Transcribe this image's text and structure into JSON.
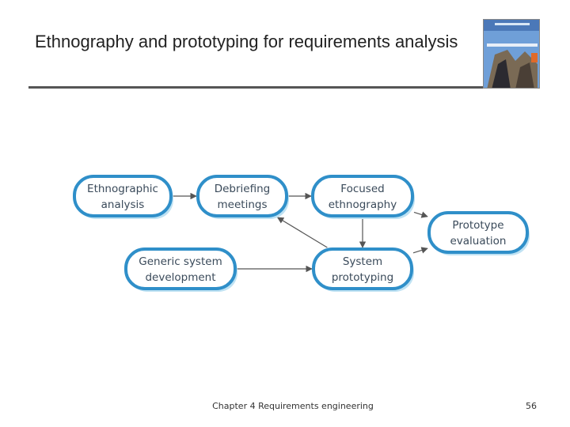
{
  "slide": {
    "title": "Ethnography and prototyping for requirements analysis",
    "footer": "Chapter 4 Requirements engineering",
    "page_number": "56"
  },
  "cover_image": {
    "description_icon": "book-cover-icon",
    "colors": {
      "sky": "#6f9fd8",
      "building": "#7a6a55",
      "dark": "#2b2a30"
    }
  },
  "colors": {
    "node_fill": "#ffffff",
    "node_border": "#2f8fc9",
    "node_halo": "#bfe2f3",
    "arrow": "#555555",
    "rule": "#555555"
  },
  "diagram": {
    "nodes": [
      {
        "id": "ethnographic-analysis",
        "line1": "Ethnographic",
        "line2": "analysis"
      },
      {
        "id": "debriefing-meetings",
        "line1": "Debriefing",
        "line2": "meetings"
      },
      {
        "id": "focused-ethnography",
        "line1": "Focused",
        "line2": "ethnography"
      },
      {
        "id": "prototype-evaluation",
        "line1": "Prototype",
        "line2": "evaluation"
      },
      {
        "id": "generic-system-development",
        "line1": "Generic system",
        "line2": "development"
      },
      {
        "id": "system-prototyping",
        "line1": "System",
        "line2": "prototyping"
      }
    ],
    "edges": [
      {
        "from": "ethnographic-analysis",
        "to": "debriefing-meetings"
      },
      {
        "from": "debriefing-meetings",
        "to": "focused-ethnography"
      },
      {
        "from": "focused-ethnography",
        "to": "prototype-evaluation"
      },
      {
        "from": "focused-ethnography",
        "to": "system-prototyping"
      },
      {
        "from": "system-prototyping",
        "to": "debriefing-meetings"
      },
      {
        "from": "generic-system-development",
        "to": "system-prototyping"
      },
      {
        "from": "system-prototyping",
        "to": "prototype-evaluation"
      }
    ]
  }
}
